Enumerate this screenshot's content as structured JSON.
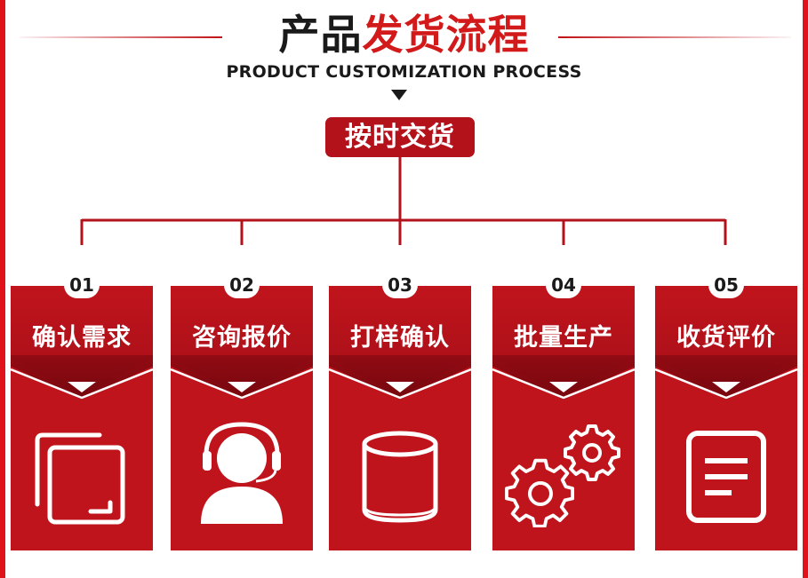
{
  "header": {
    "title_dark": "产品",
    "title_red": "发货流程",
    "subtitle": "PRODUCT CUSTOMIZATION PROCESS"
  },
  "root": {
    "label": "按时交货"
  },
  "steps": [
    {
      "number": "01",
      "label": "确认需求",
      "icon": "frame-icon"
    },
    {
      "number": "02",
      "label": "咨询报价",
      "icon": "headset-person-icon"
    },
    {
      "number": "03",
      "label": "打样确认",
      "icon": "cylinder-icon"
    },
    {
      "number": "04",
      "label": "批量生产",
      "icon": "gears-icon"
    },
    {
      "number": "05",
      "label": "收货评价",
      "icon": "document-icon"
    }
  ],
  "colors": {
    "brand_red": "#c0141c",
    "frame_red": "#e0131b",
    "text_dark": "#1a1a1a"
  }
}
